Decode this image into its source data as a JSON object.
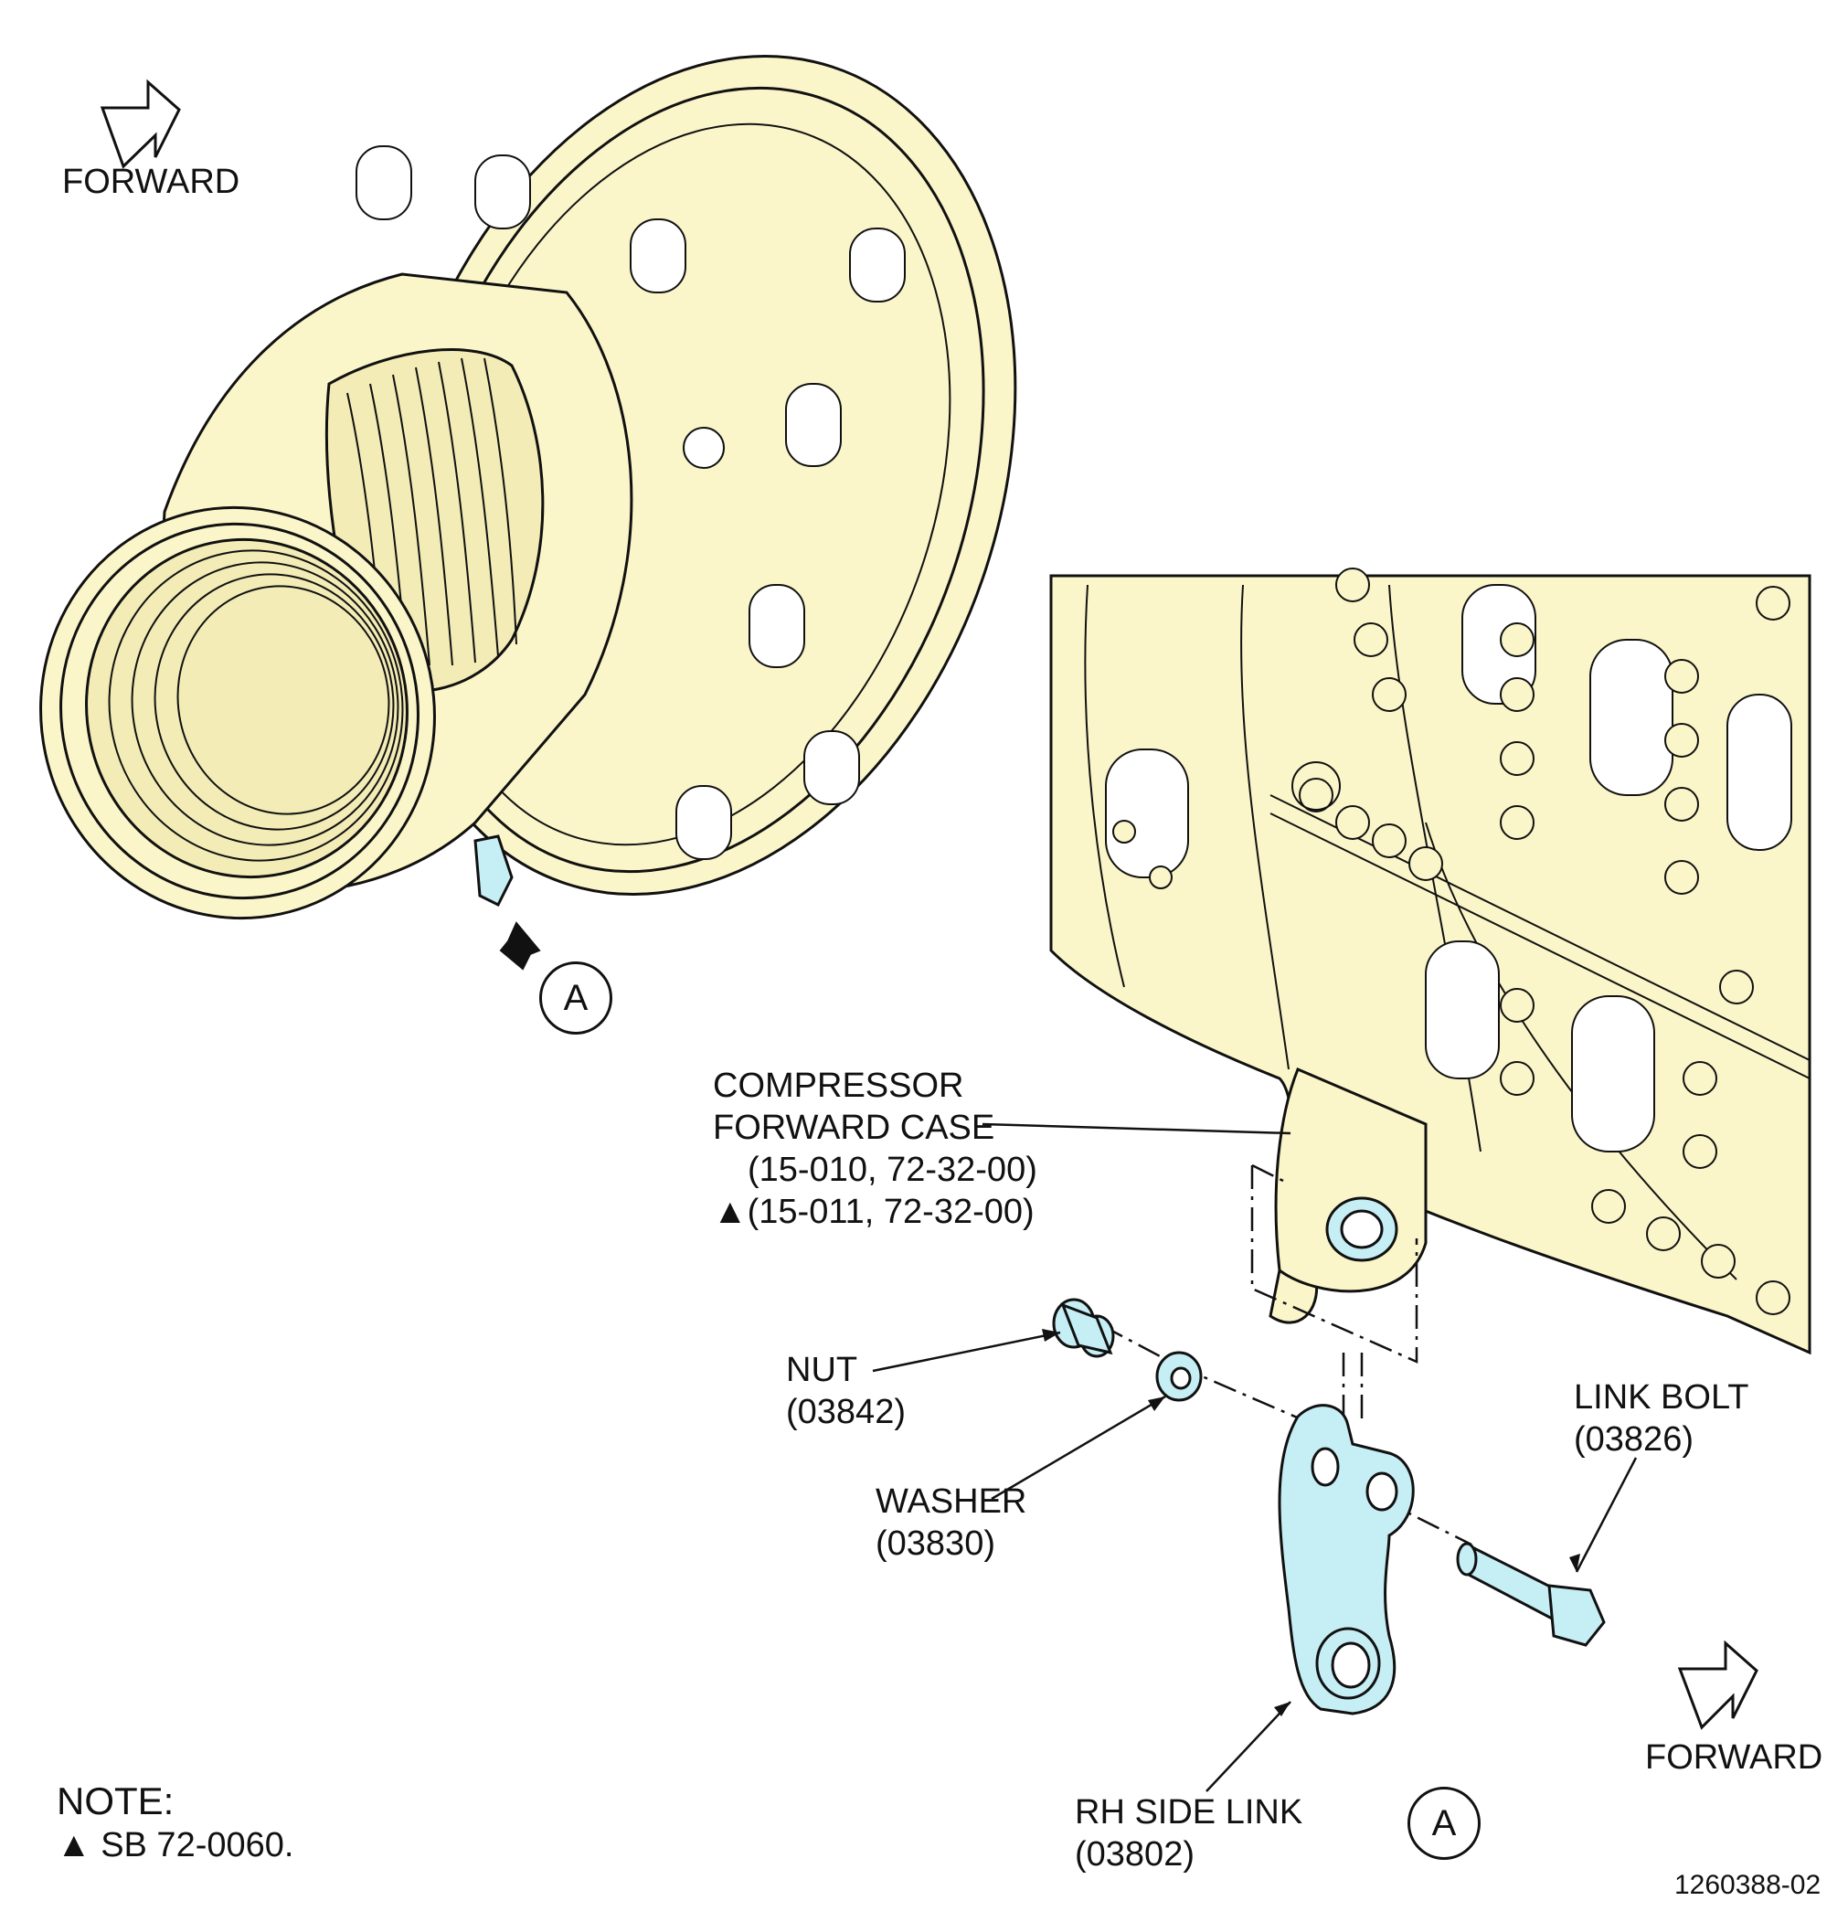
{
  "colors": {
    "part_fill": "#fbf6c9",
    "highlight_fill": "#c6eef5",
    "line": "#111111"
  },
  "direction_labels": {
    "top_left": "FORWARD",
    "bottom_right": "FORWARD"
  },
  "view_refs": {
    "main": "A",
    "detail": "A"
  },
  "callouts": {
    "compressor_case": {
      "line1": "COMPRESSOR",
      "line2": "FORWARD CASE",
      "line3": "(15-010, 72-32-00)",
      "line4_marker": "▲",
      "line4": "(15-011, 72-32-00)"
    },
    "nut": {
      "name": "NUT",
      "code": "(03842)"
    },
    "washer": {
      "name": "WASHER",
      "code": "(03830)"
    },
    "link_bolt": {
      "name": "LINK BOLT",
      "code": "(03826)"
    },
    "side_link": {
      "name": "RH SIDE LINK",
      "code": "(03802)"
    }
  },
  "note": {
    "heading": "NOTE:",
    "marker": "▲",
    "text": "SB 72-0060."
  },
  "figure_id": "1260388-02"
}
